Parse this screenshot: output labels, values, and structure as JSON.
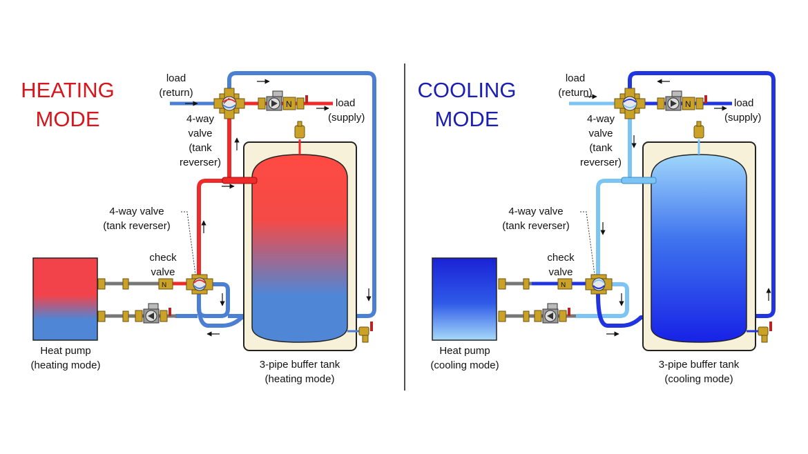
{
  "colors": {
    "hot": "#ee2a2a",
    "warm_tank_top": "#ff4a43",
    "cool_tank_bottom": "#4f86d6",
    "return_blue": "#4a7fd4",
    "cool_light": "#7cc4f4",
    "cool_dark": "#1f33e0",
    "heating_title": "#d8151b",
    "cooling_title": "#1a1fb4",
    "brass": "#c9a227",
    "tank_jacket": "#f6f1d8"
  },
  "heating": {
    "title": [
      "HEATING",
      "MODE"
    ],
    "load_return": [
      "load",
      "(return)"
    ],
    "load_supply": [
      "load",
      "(supply)"
    ],
    "valve_top": [
      "4-way",
      "valve",
      "(tank",
      "reverser)"
    ],
    "valve_left": [
      "4-way valve",
      "(tank reverser)"
    ],
    "check_valve": [
      "check",
      "valve"
    ],
    "heat_pump": [
      "Heat pump",
      "(heating mode)"
    ],
    "tank": [
      "3-pipe buffer tank",
      "(heating mode)"
    ]
  },
  "cooling": {
    "title": [
      "COOLING",
      "MODE"
    ],
    "load_return": [
      "load",
      "(return)"
    ],
    "load_supply": [
      "load",
      "(supply)"
    ],
    "valve_top": [
      "4-way",
      "valve",
      "(tank",
      "reverser)"
    ],
    "valve_left": [
      "4-way valve",
      "(tank reverser)"
    ],
    "check_valve": [
      "check",
      "valve"
    ],
    "heat_pump": [
      "Heat pump",
      "(cooling mode)"
    ],
    "tank": [
      "3-pipe buffer tank",
      "(cooling mode)"
    ]
  }
}
